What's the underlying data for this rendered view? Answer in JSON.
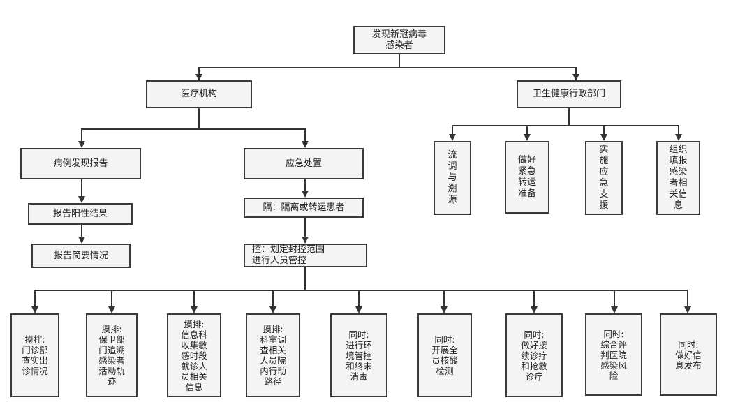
{
  "nodes": {
    "root": "发现新冠病毒\n感染者",
    "medical": "医疗机构",
    "health": "卫生健康行政部门",
    "report_discovery": "病例发现报告",
    "report_positive": "报告阳性结果",
    "report_summary": "报告简要情况",
    "emergency": "应急处置",
    "isolate": "隔：隔离或转运患者",
    "control": "控：划定封控范围\n进行人员管控",
    "h1": "流\n调\n与\n溯\n源",
    "h2": "做好\n紧急\n转运\n准备",
    "h3": "实\n施\n应\n急\n支\n援",
    "h4": "组织\n填报\n感染\n者相\n关信\n息",
    "b1": "摸排:\n门诊部\n查实出\n诊情况",
    "b2": "摸排:\n保卫部\n门追溯\n感染者\n活动轨\n迹",
    "b3": "摸排:\n信息科\n收集敏\n感时段\n就诊人\n员相关\n信息",
    "b4": "摸排:\n科室调\n查相关\n人员院\n内行动\n路径",
    "b5": "同时:\n进行环\n境管控\n和终末\n消毒",
    "b6": "同时:\n开展全\n员核酸\n检测",
    "b7": "同时:\n做好接\n续诊疗\n和抢救\n诊疗",
    "b8": "同时:\n综合评\n判医院\n感染风\n险",
    "b9": "同时:\n做好信\n息发布"
  }
}
